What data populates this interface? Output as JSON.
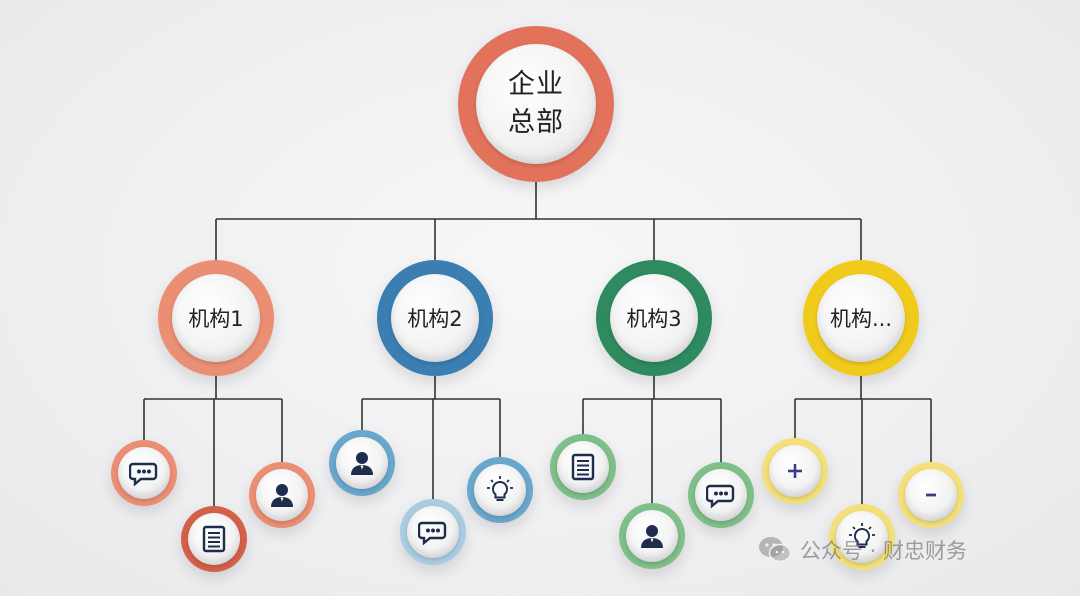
{
  "colors": {
    "root": "#e2735a",
    "org1": "#eb8f74",
    "org2": "#3b7fb2",
    "org3": "#2f8a60",
    "org4": "#f1cb1c",
    "line": "#333333",
    "icon": "#1f2d4d"
  },
  "root": {
    "line1": "企业",
    "line2": "总部"
  },
  "orgs": [
    {
      "label": "机构1",
      "leaf_icons": [
        "chat-icon",
        "document-icon",
        "person-icon"
      ]
    },
    {
      "label": "机构2",
      "leaf_icons": [
        "person-icon",
        "chat-icon",
        "lightbulb-icon"
      ]
    },
    {
      "label": "机构3",
      "leaf_icons": [
        "document-icon",
        "person-icon",
        "chat-icon"
      ]
    },
    {
      "label": "机构...",
      "leaf_icons": [
        "plus-icon",
        "lightbulb-icon",
        "minus-icon"
      ]
    }
  ],
  "watermark": {
    "text": "公众号 · 财忠财务",
    "icon": "wechat-icon"
  }
}
